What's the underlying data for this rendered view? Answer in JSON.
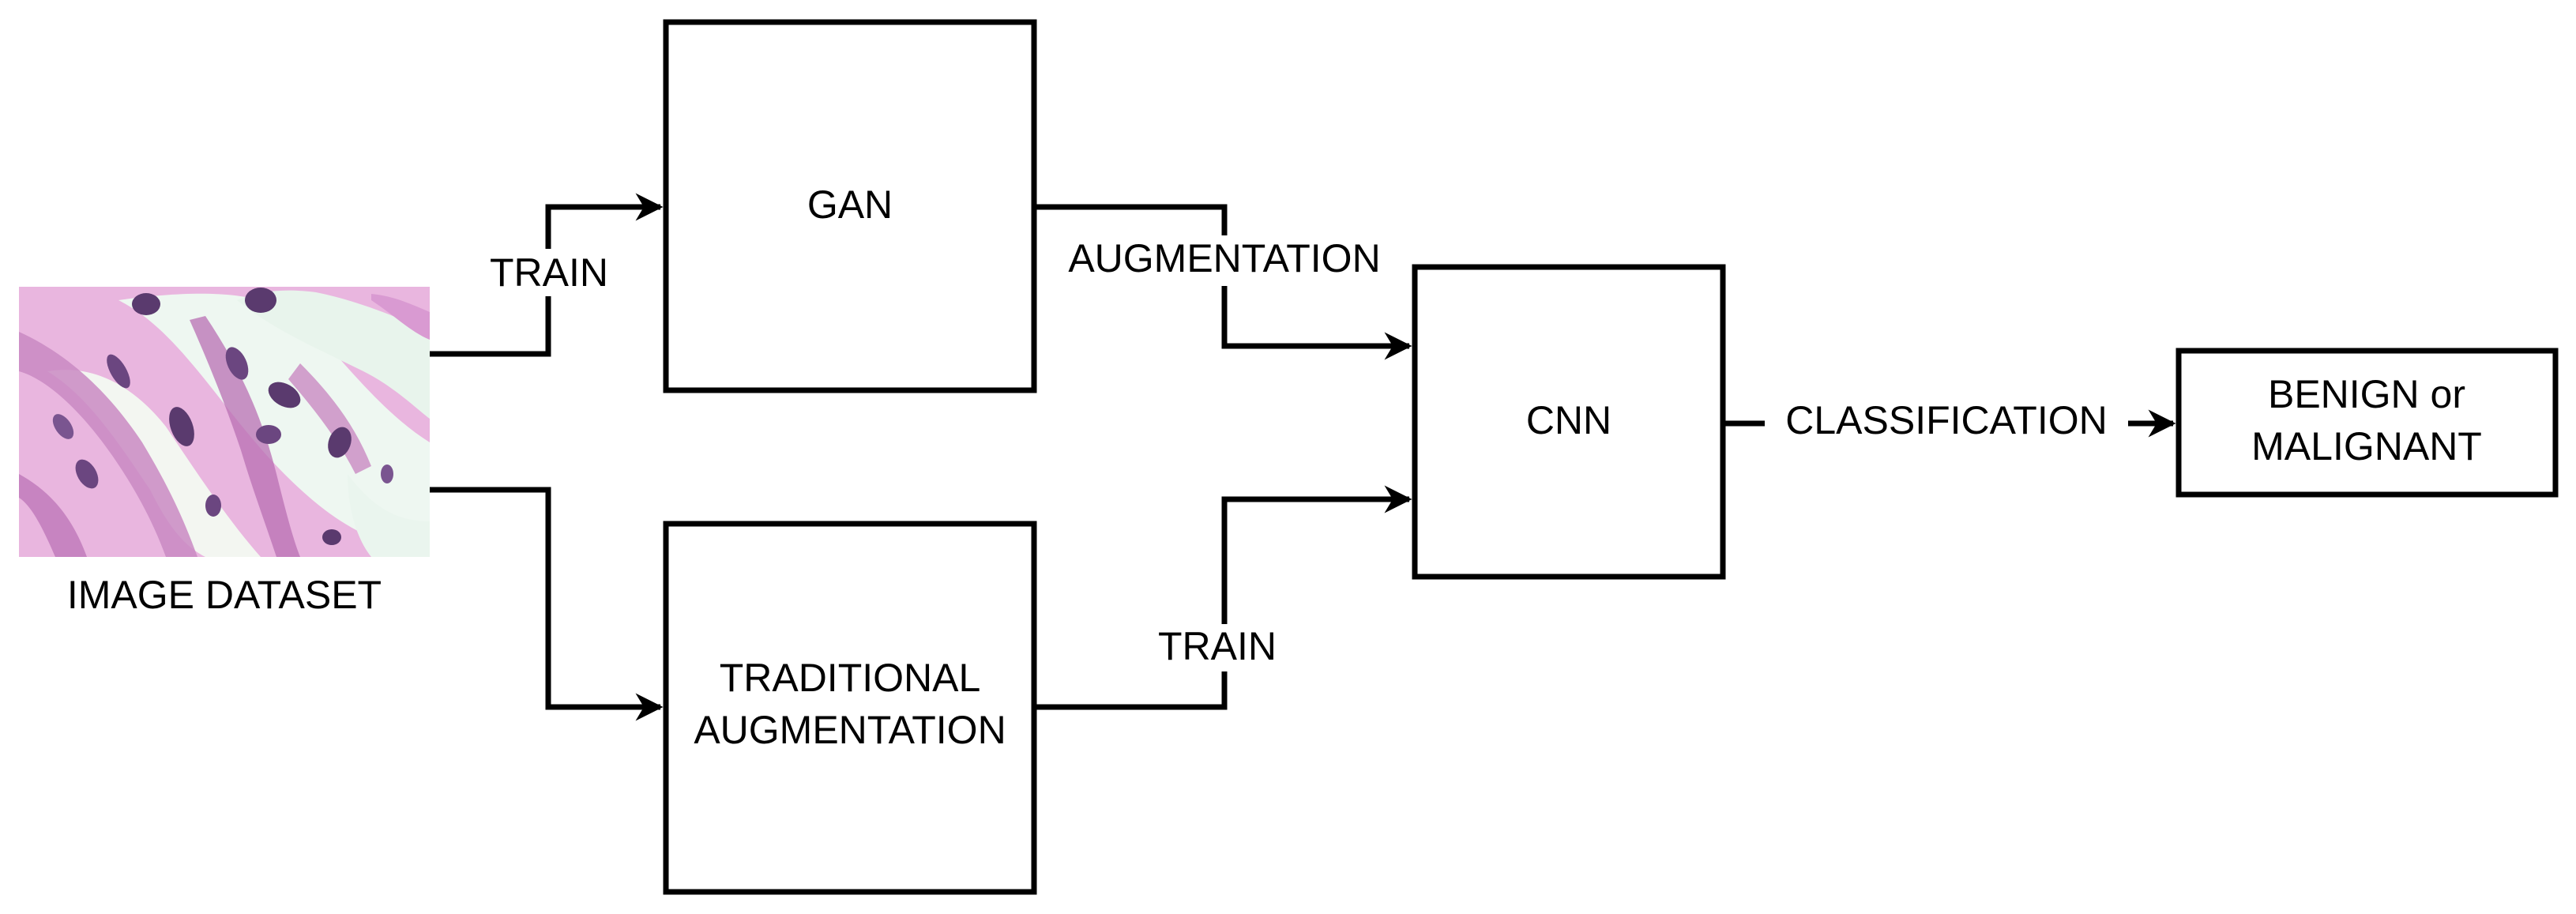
{
  "nodes": {
    "image_dataset": {
      "label": "IMAGE DATASET"
    },
    "gan": {
      "label": "GAN"
    },
    "traditional_augmentation": {
      "line1": "TRADITIONAL",
      "line2": "AUGMENTATION"
    },
    "cnn": {
      "label": "CNN"
    },
    "result": {
      "line1": "BENIGN or",
      "line2": "MALIGNANT"
    }
  },
  "edges": {
    "dataset_to_gan": "TRAIN",
    "gan_to_cnn": "AUGMENTATION",
    "trad_to_cnn": "TRAIN",
    "cnn_to_result": "CLASSIFICATION"
  },
  "colors": {
    "line": "#000000",
    "tissue_base": "#e9b6df",
    "tissue_light": "#eef7f1",
    "tissue_stain": "#b86fb3",
    "nucleus": "#5a3a6e"
  }
}
